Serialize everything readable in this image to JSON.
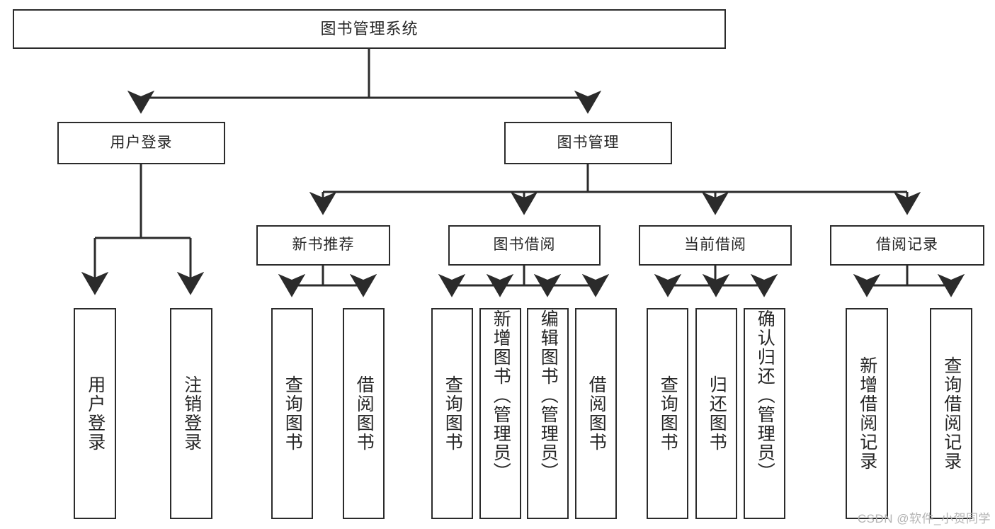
{
  "diagram": {
    "type": "tree-hierarchy",
    "title": "图书管理系统",
    "watermark": "CSDN @软件_小贺同学",
    "colors": {
      "stroke": "#2b2b2b",
      "fill": "#ffffff",
      "text": "#262626",
      "watermark": "#b4b4b4",
      "background": "#ffffff"
    },
    "nodes": {
      "root": {
        "label": "图书管理系统"
      },
      "level2": [
        {
          "id": "user-login",
          "label": "用户登录"
        },
        {
          "id": "book-manage",
          "label": "图书管理"
        }
      ],
      "level3": [
        {
          "id": "new-book-recommend",
          "label": "新书推荐"
        },
        {
          "id": "book-borrow",
          "label": "图书借阅"
        },
        {
          "id": "current-borrow",
          "label": "当前借阅"
        },
        {
          "id": "borrow-record",
          "label": "借阅记录"
        }
      ],
      "leaves": {
        "user-login": [
          {
            "id": "leaf-user-login",
            "label": "用户登录"
          },
          {
            "id": "leaf-logout-login",
            "label": "注销登录"
          }
        ],
        "new-book-recommend": [
          {
            "id": "leaf-query-book-1",
            "label": "查询图书"
          },
          {
            "id": "leaf-borrow-book-1",
            "label": "借阅图书"
          }
        ],
        "book-borrow": [
          {
            "id": "leaf-query-book-2",
            "label": "查询图书"
          },
          {
            "id": "leaf-add-book",
            "label": "新增图书（管理员）"
          },
          {
            "id": "leaf-edit-book",
            "label": "编辑图书（管理员）"
          },
          {
            "id": "leaf-borrow-book-2",
            "label": "借阅图书"
          }
        ],
        "current-borrow": [
          {
            "id": "leaf-query-book-3",
            "label": "查询图书"
          },
          {
            "id": "leaf-return-book",
            "label": "归还图书"
          },
          {
            "id": "leaf-confirm-return",
            "label": "确认归还（管理员）"
          }
        ],
        "borrow-record": [
          {
            "id": "leaf-add-record",
            "label": "新增借阅记录"
          },
          {
            "id": "leaf-query-record",
            "label": "查询借阅记录"
          }
        ]
      }
    }
  }
}
